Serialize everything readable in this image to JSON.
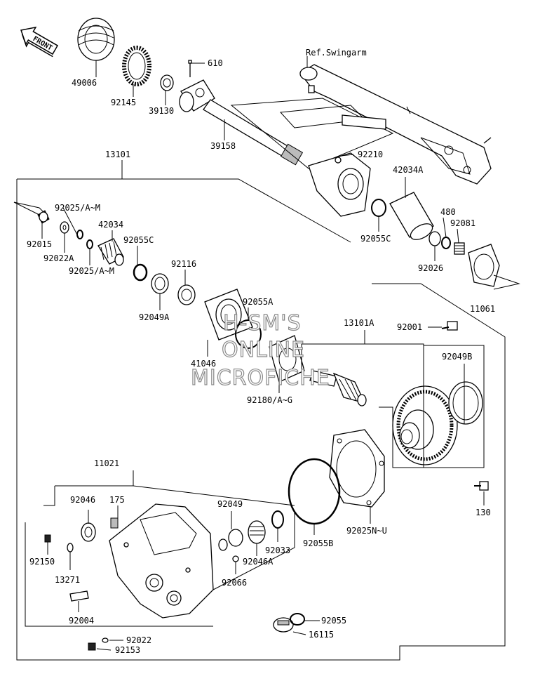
{
  "front_label": "FRONT",
  "ref_label": "Ref.Swingarm",
  "watermark": [
    "H-SM'S",
    "ONLINE",
    "MICROFICHE"
  ],
  "callouts": {
    "p49006": "49006",
    "p92145": "92145",
    "p39130": "39130",
    "p610": "610",
    "p39158": "39158",
    "p92210": "92210",
    "p13101": "13101",
    "p92025am_top": "92025/A~M",
    "p92015": "92015",
    "p92022a": "92022A",
    "p42034": "42034",
    "p92025am_mid": "92025/A~M",
    "p92055c_left": "92055C",
    "p92116": "92116",
    "p92049a": "92049A",
    "p41046": "41046",
    "p92055a": "92055A",
    "p42034a": "42034A",
    "p480": "480",
    "p92081": "92081",
    "p92055c_right": "92055C",
    "p92026": "92026",
    "p11061": "11061",
    "p13101a": "13101A",
    "p92001": "92001",
    "p92049b": "92049B",
    "p92180ag": "92180/A~G",
    "p11021": "11021",
    "p92046": "92046",
    "p175": "175",
    "p92049": "92049",
    "p92150": "92150",
    "p13271": "13271",
    "p92033": "92033",
    "p92046a": "92046A",
    "p92066": "92066",
    "p92055b": "92055B",
    "p92025nu": "92025N~U",
    "p130": "130",
    "p92004": "92004",
    "p92055": "92055",
    "p16115": "16115",
    "p92022": "92022",
    "p92153": "92153"
  }
}
